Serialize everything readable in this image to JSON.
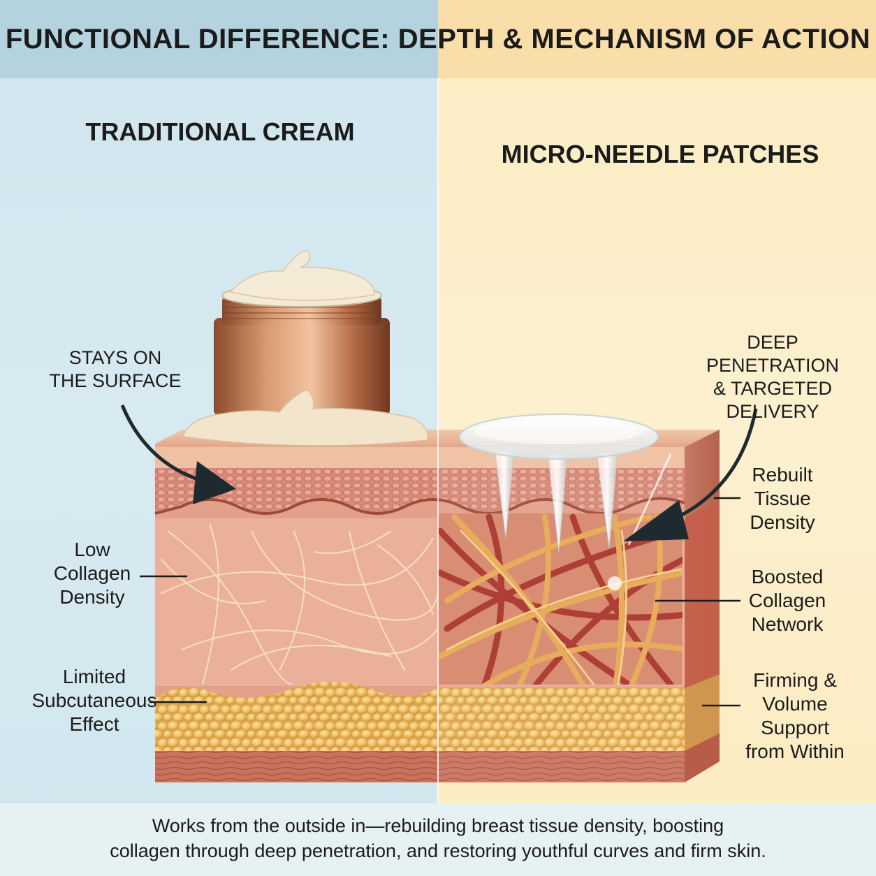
{
  "title": "FUNCTIONAL DIFFERENCE: DEPTH & MECHANISM OF ACTION",
  "left_heading": "TRADITIONAL CREAM",
  "right_heading": "MICRO-NEEDLE PATCHES",
  "left_labels": {
    "surface": [
      "STAYS ON",
      "THE SURFACE"
    ],
    "collagen": [
      "Low",
      "Collagen",
      "Density"
    ],
    "subcutaneous": [
      "Limited",
      "Subcutaneous",
      "Effect"
    ]
  },
  "right_labels": {
    "penetration": [
      "DEEP PENETRATION",
      "& TARGETED",
      "DELIVERY"
    ],
    "tissue": [
      "Rebuilt",
      "Tissue",
      "Density"
    ],
    "collagen": [
      "Boosted",
      "Collagen",
      "Network"
    ],
    "firming": [
      "Firming &",
      "Volume",
      "Support",
      "from Within"
    ]
  },
  "footer": [
    "Works from the outside in—rebuilding breast tissue density, boosting",
    "collagen through deep penetration, and restoring youthful curves and firm skin."
  ],
  "colors": {
    "left_bg": "#d3e8f0",
    "right_bg": "#fcefcb",
    "skin": "#e7a58a",
    "fat": "#f0c36c",
    "collagen_boost": "#c0503f"
  }
}
